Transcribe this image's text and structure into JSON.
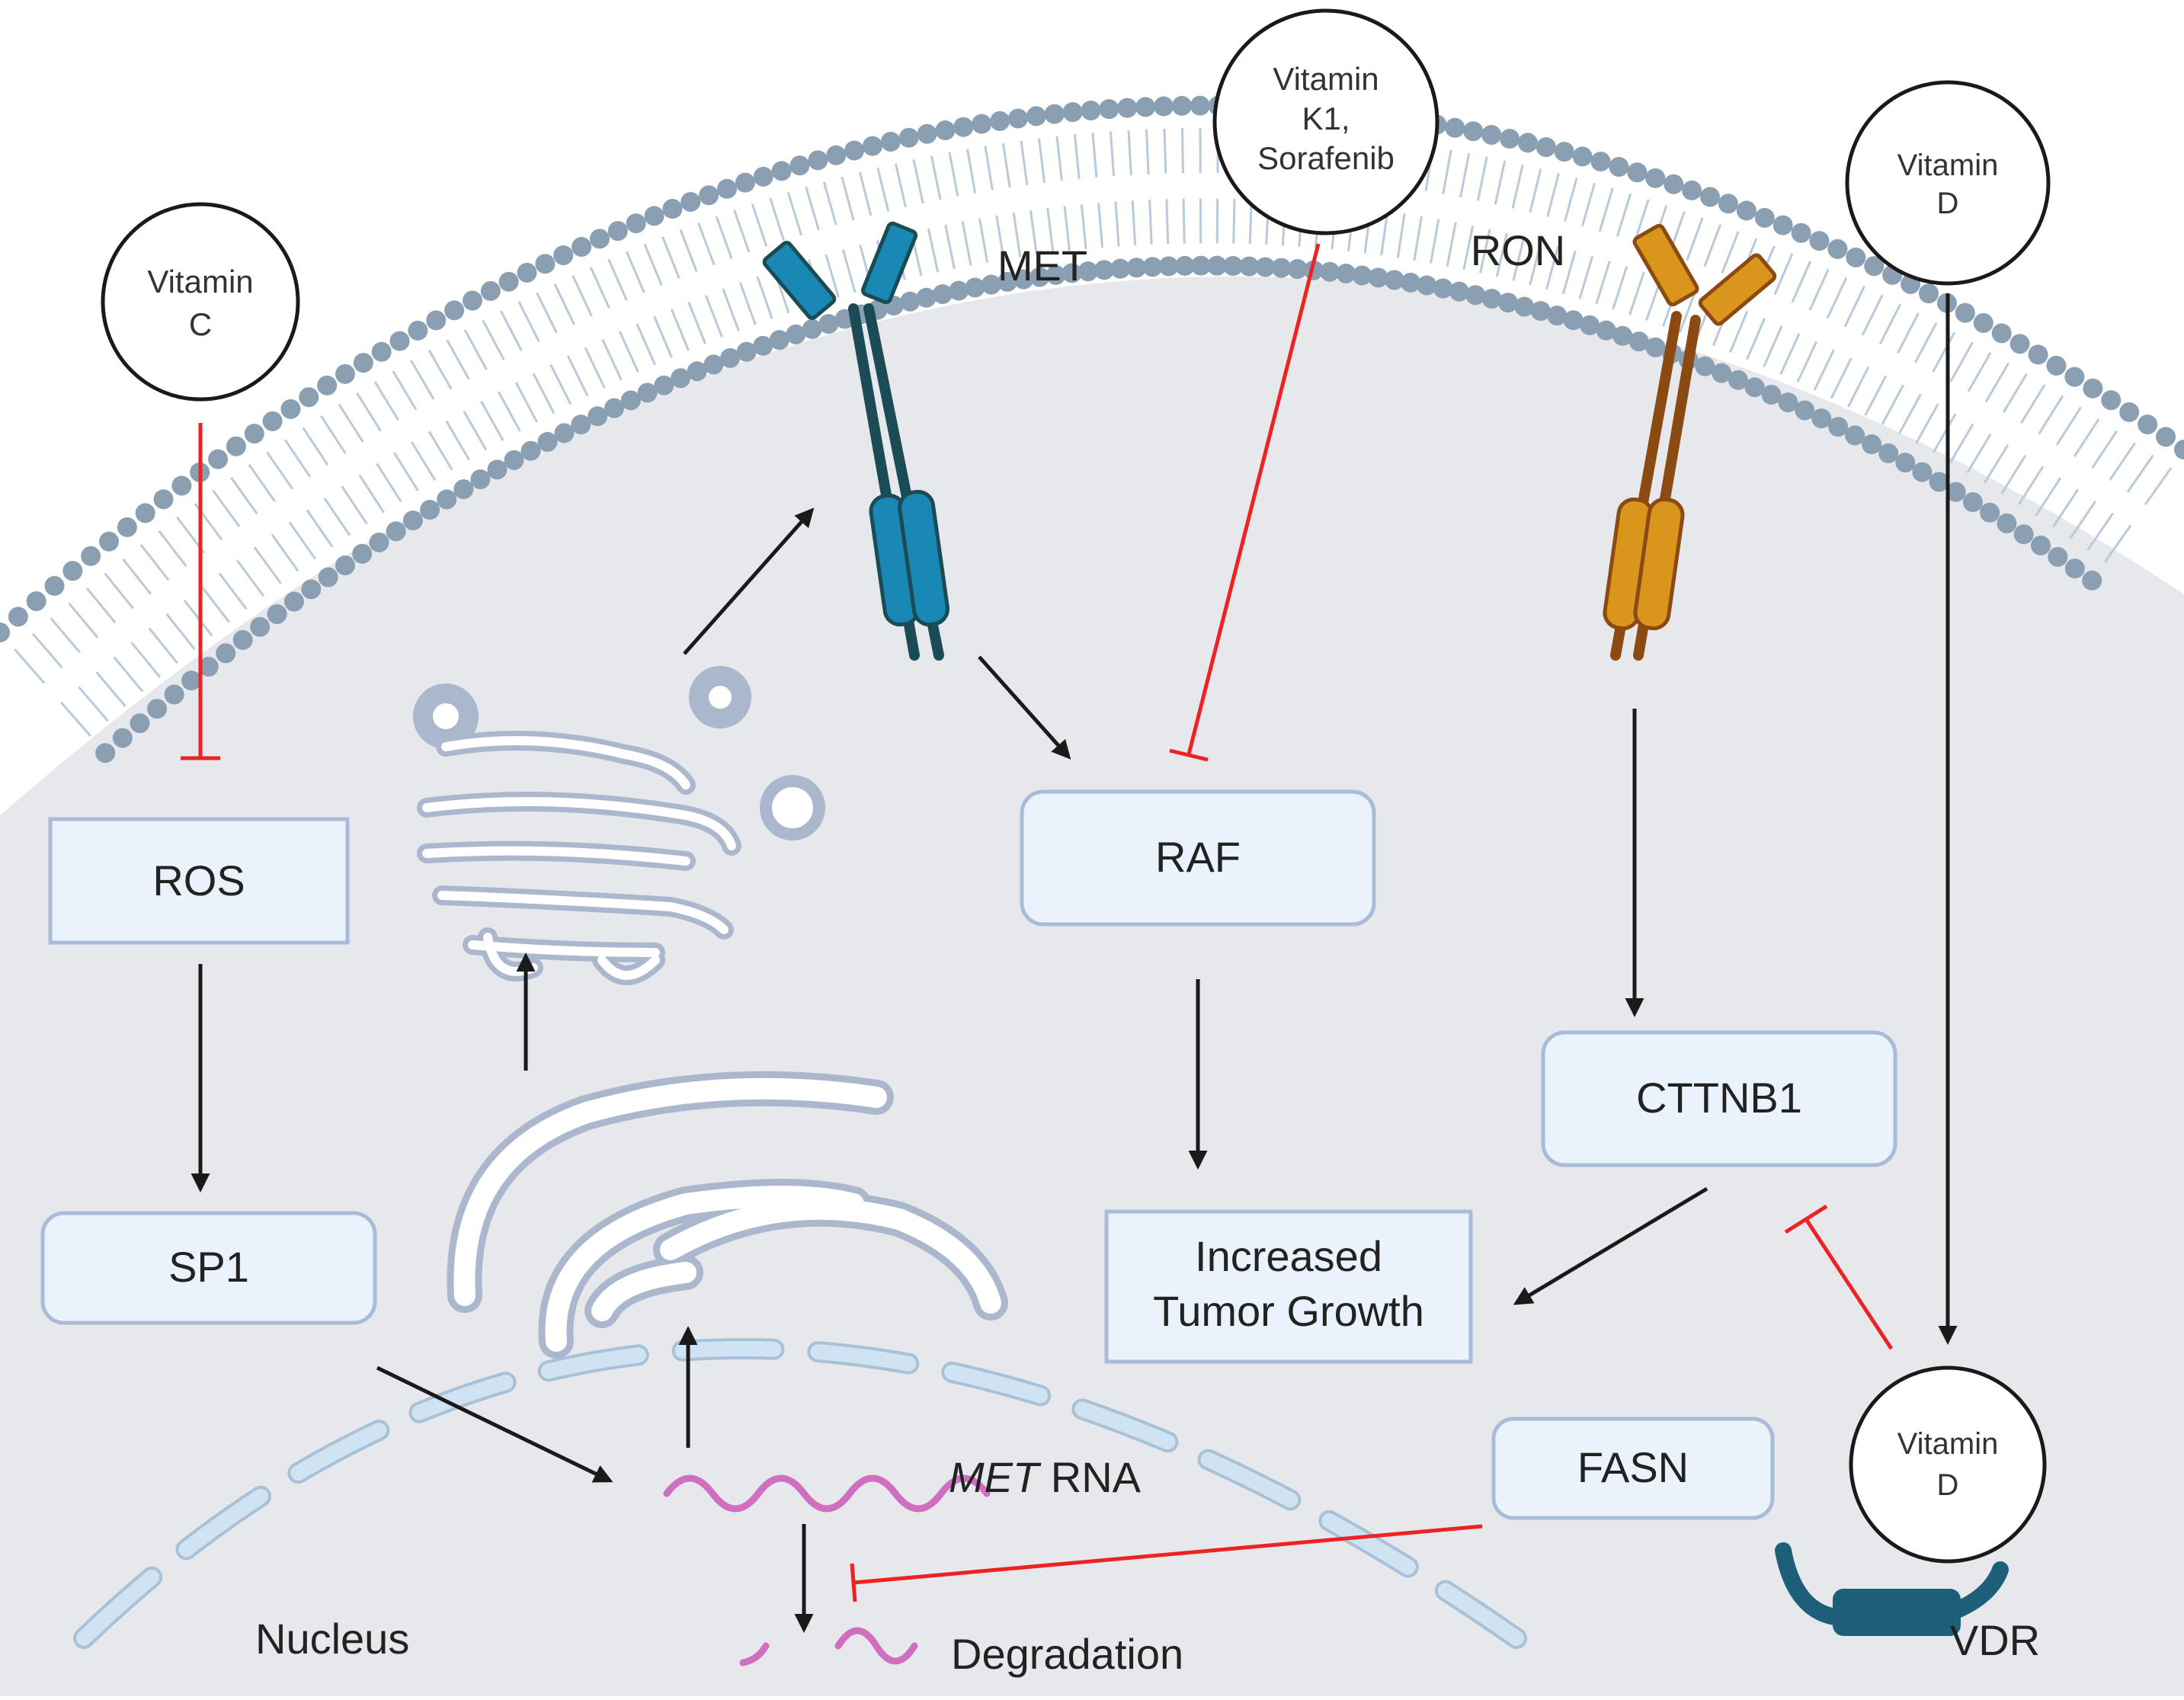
{
  "labels": {
    "vitamin_c": [
      "Vitamin",
      "C"
    ],
    "vitamin_k1": [
      "Vitamin",
      "K1,",
      "Sorafenib"
    ],
    "vitamin_d_top": [
      "Vitamin",
      "D"
    ],
    "vitamin_d_bottom": [
      "Vitamin",
      "D"
    ],
    "met_receptor": "MET",
    "ron_receptor": "RON",
    "ros": "ROS",
    "sp1": "SP1",
    "raf": "RAF",
    "cttnb1": "CTTNB1",
    "tumor_growth": [
      "Increased",
      "Tumor Growth"
    ],
    "fasn": "FASN",
    "met_rna_italic": "MET",
    "met_rna_suffix": " RNA",
    "degradation": "Degradation",
    "nucleus": "Nucleus",
    "vdr": "VDR"
  },
  "colors": {
    "background": "#e6e8ec",
    "lipid_head": "#8b9fb3",
    "lipid_tail": "#b8cadb",
    "box_fill": "#eaf2fb",
    "box_stroke": "#a8bcd9",
    "met_dark": "#1b4b55",
    "met_blue": "#1a88b5",
    "ron_brown": "#8b4a12",
    "ron_gold": "#d9951c",
    "rna": "#d06ec0",
    "activation_arrow": "#1a1a1a",
    "inhibition_line": "#ee2222",
    "nucleus_envelope": "#cfe3f3",
    "vdr": "#1d5f78"
  },
  "icons": [
    "golgi-organelle",
    "endoplasmic-reticulum-organelle",
    "vesicle",
    "lipid-bilayer-membrane"
  ]
}
